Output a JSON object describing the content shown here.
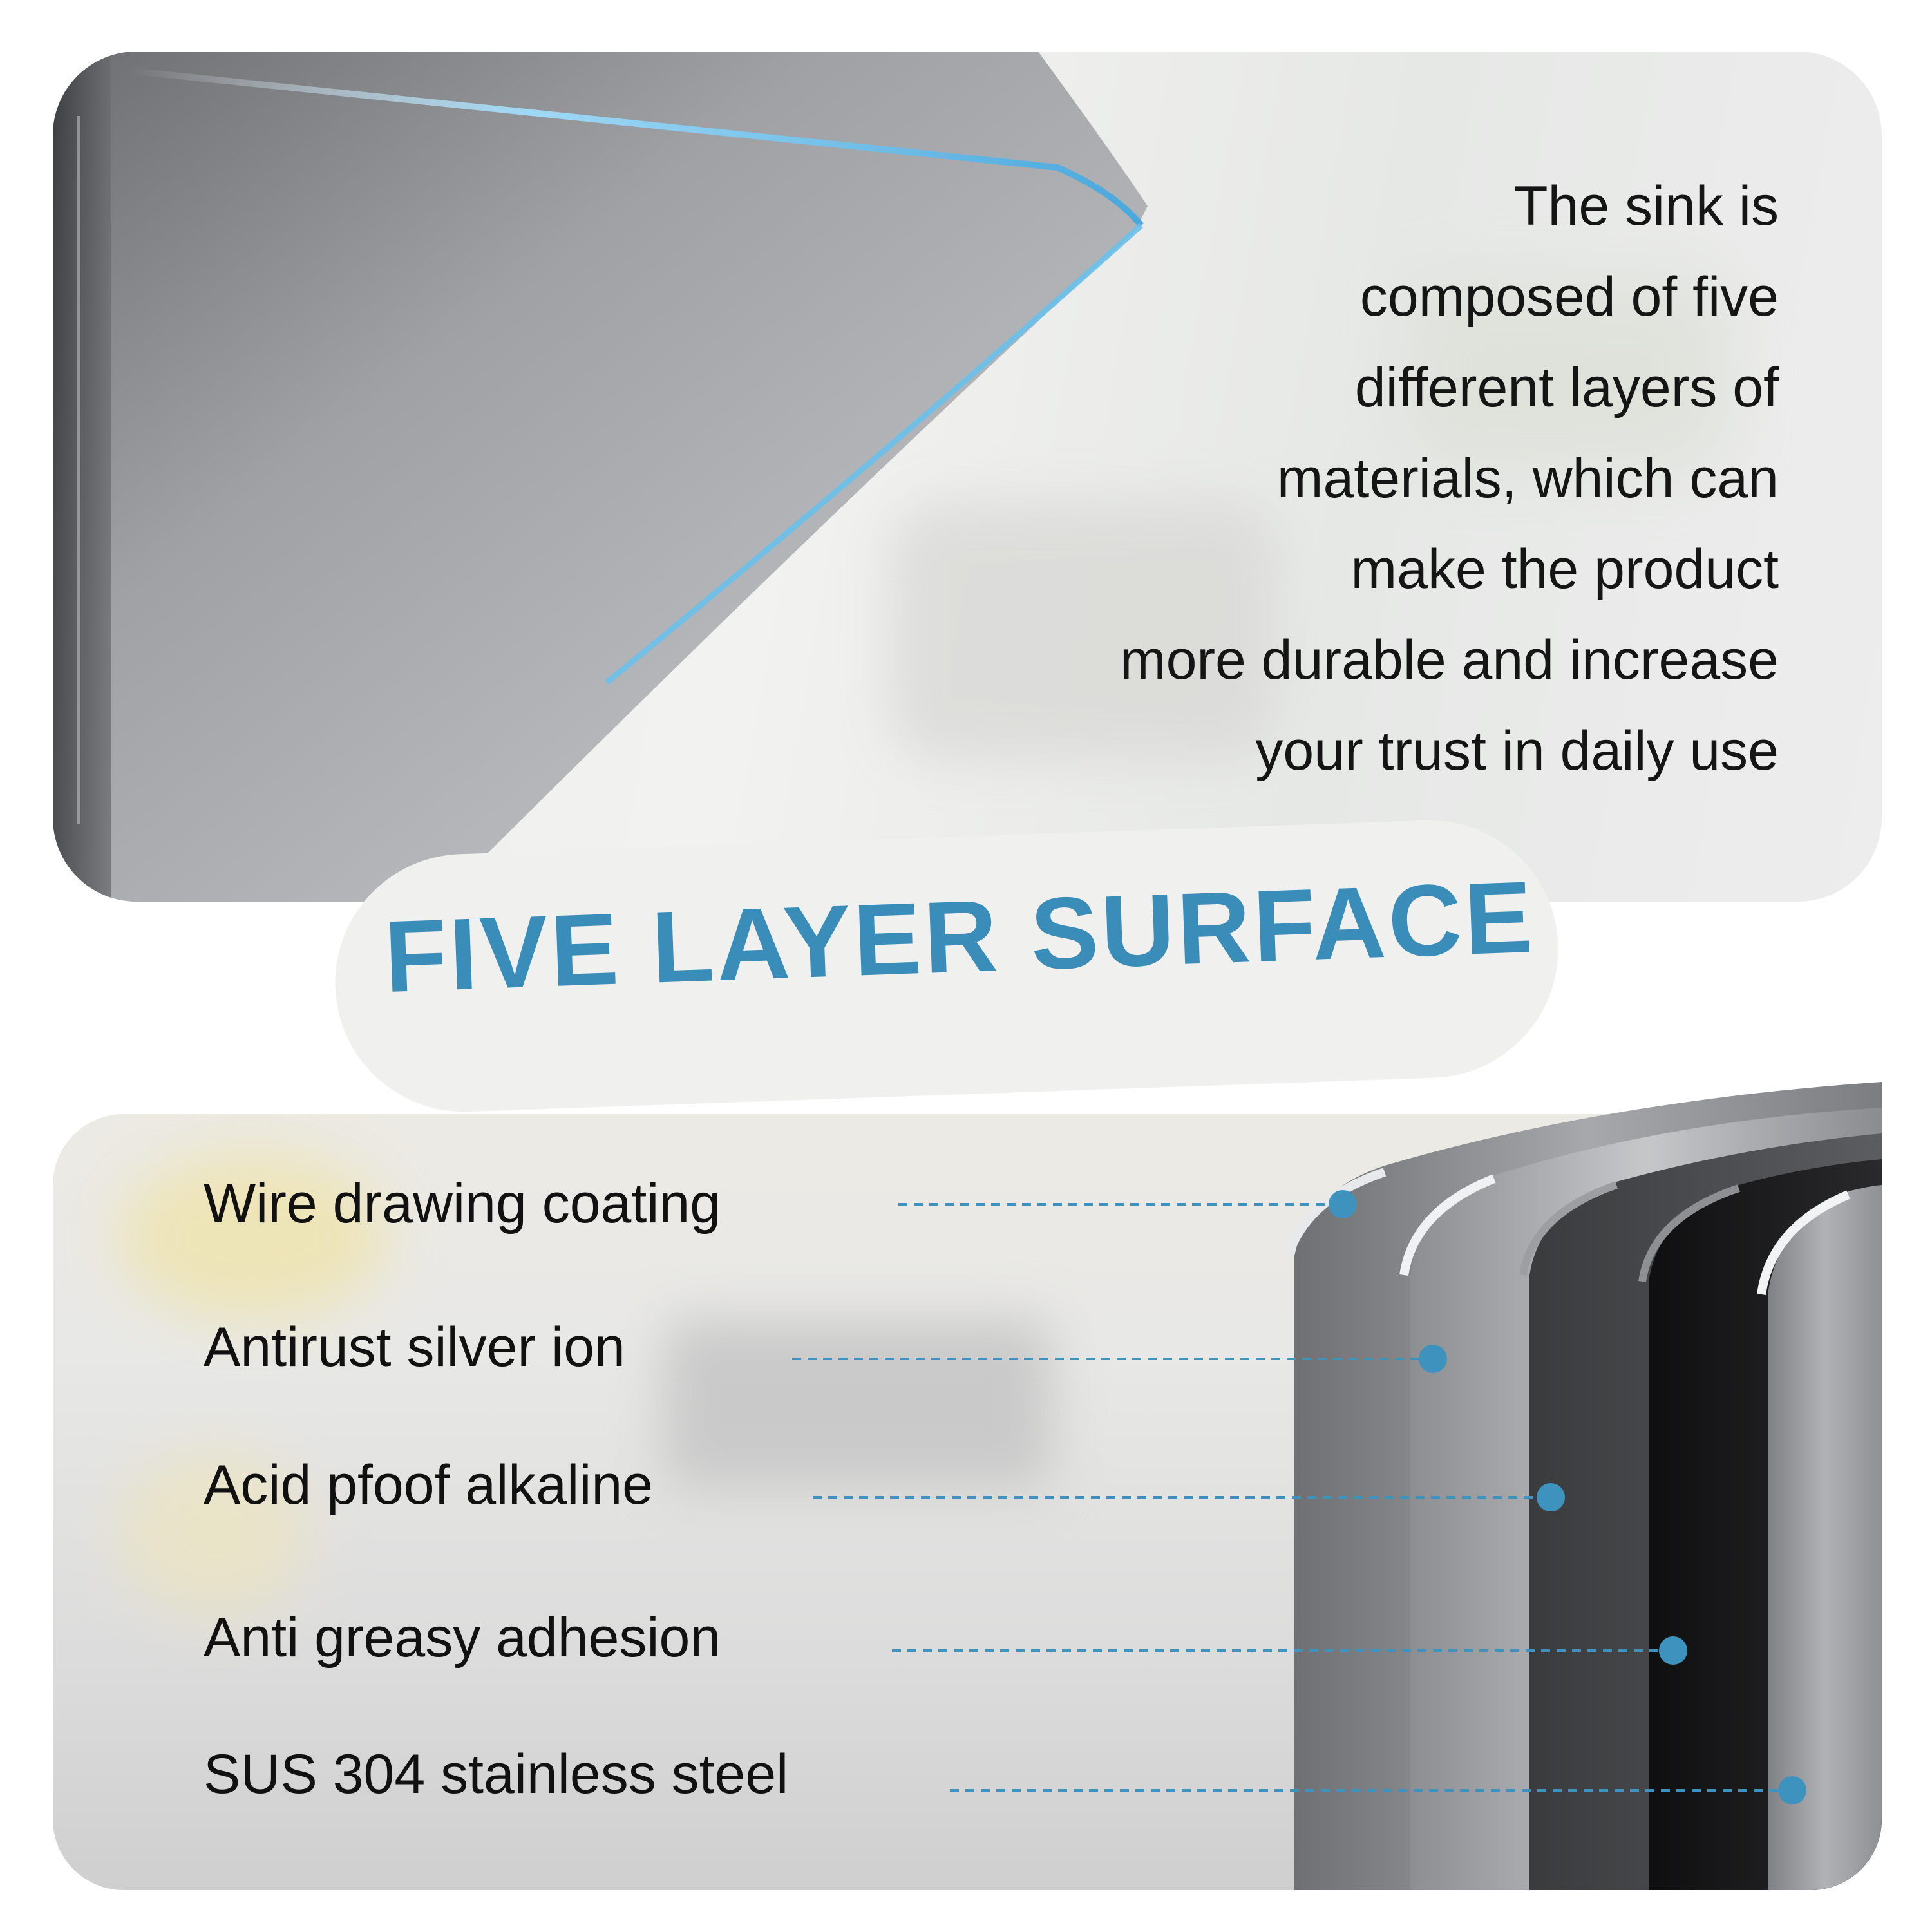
{
  "intro": {
    "lines": [
      "The sink is",
      "composed of five",
      "different layers of",
      "materials, which can",
      "make the product",
      "more durable and increase",
      "your trust in daily use"
    ]
  },
  "title": "FIVE LAYER SURFACE",
  "layers": [
    {
      "label": "Wire drawing coating"
    },
    {
      "label": "Antirust silver ion"
    },
    {
      "label": "Acid pfoof alkaline"
    },
    {
      "label": "Anti greasy adhesion"
    },
    {
      "label": "SUS 304 stainless steel"
    }
  ],
  "colors": {
    "accent": "#3a8db8",
    "text": "#111111",
    "dot": "#3d93bd"
  }
}
